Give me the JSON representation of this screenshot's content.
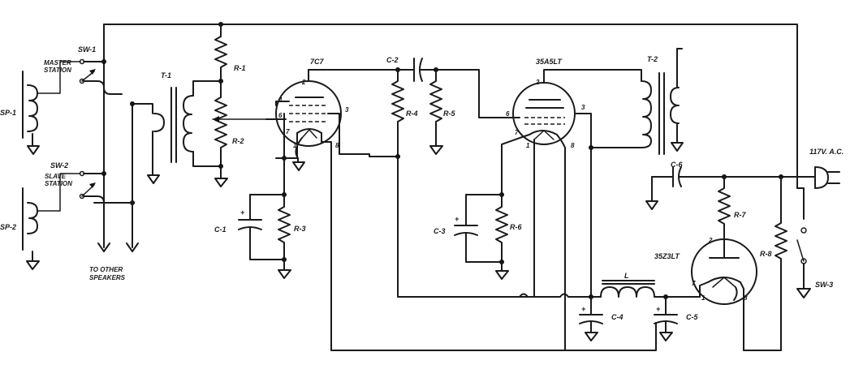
{
  "labels": {
    "sw1": "SW-1",
    "master_line1": "MASTER",
    "master_line2": "STATION",
    "sp1": "SP-1",
    "sw2": "SW-2",
    "slave_line1": "SLAVE",
    "slave_line2": "STATION",
    "sp2": "SP-2",
    "other_line1": "TO OTHER",
    "other_line2": "SPEAKERS",
    "t1": "T-1",
    "r1": "R-1",
    "r2": "R-2",
    "tube1": "7C7",
    "c1": "C-1",
    "r3": "R-3",
    "c2": "C-2",
    "r4": "R-4",
    "r5": "R-5",
    "tube2": "35A5LT",
    "c3": "C-3",
    "r6": "R-6",
    "t2": "T-2",
    "c6": "C-6",
    "ac": "117V. A.C.",
    "r7": "R-7",
    "r8": "R-8",
    "tube3": "35Z3LT",
    "sw3": "SW-3",
    "choke": "L",
    "c4": "C-4",
    "c5": "C-5",
    "plus": "+",
    "pins": {
      "p2": "2",
      "p3": "3",
      "p4": "4",
      "p6": "6",
      "p7": "7",
      "p1": "1",
      "p8": "8"
    }
  }
}
